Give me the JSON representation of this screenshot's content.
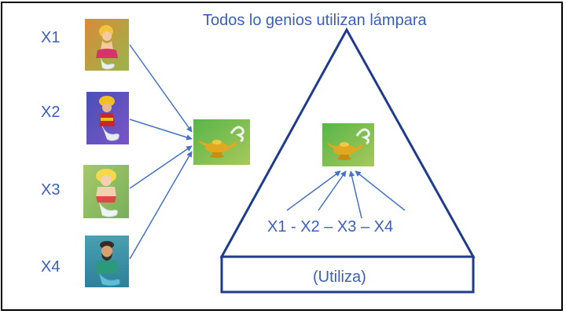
{
  "title": "Todos lo genios utilizan lámpara",
  "genies": [
    {
      "label": "X1",
      "picture": "genie-female-icon"
    },
    {
      "label": "X2",
      "picture": "genie-turban-icon"
    },
    {
      "label": "X3",
      "picture": "genie-blonde-icon"
    },
    {
      "label": "X4",
      "picture": "genie-bearded-icon"
    }
  ],
  "lamp_picture": "magic-lamp-icon",
  "triangle_label": "X1  - X2 – X3 – X4",
  "base_label": "(Utiliza)",
  "colors": {
    "text": "#3b5fb7",
    "shape_stroke": "#1f3b8c",
    "arrow": "#4472c4",
    "frame": "#000000"
  }
}
